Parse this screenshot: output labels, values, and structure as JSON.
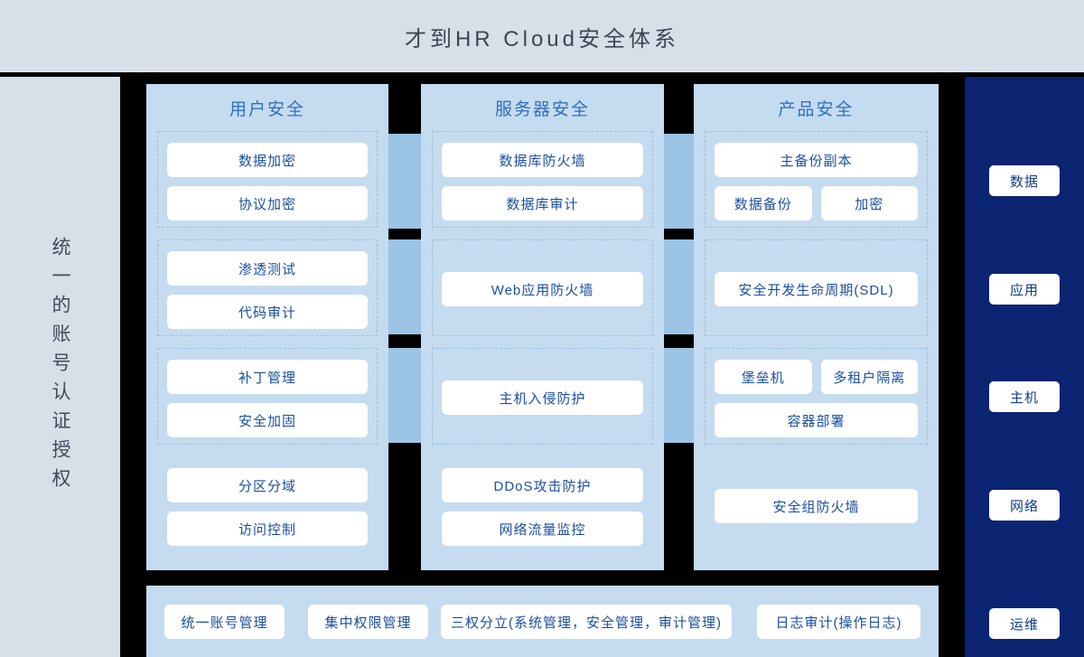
{
  "header": {
    "title": "才到HR Cloud安全体系"
  },
  "left_rail": {
    "label": "统一的账号认证授权"
  },
  "right_rail": {
    "items": [
      {
        "label": "数据"
      },
      {
        "label": "应用"
      },
      {
        "label": "主机"
      },
      {
        "label": "网络"
      },
      {
        "label": "运维"
      }
    ]
  },
  "columns": [
    {
      "title": "用户安全",
      "groups": [
        {
          "boxed": true,
          "items": [
            {
              "label": "数据加密",
              "span": "full"
            },
            {
              "label": "协议加密",
              "span": "full"
            }
          ]
        },
        {
          "boxed": true,
          "items": [
            {
              "label": "渗透测试",
              "span": "full"
            },
            {
              "label": "代码审计",
              "span": "full"
            }
          ]
        },
        {
          "boxed": true,
          "items": [
            {
              "label": "补丁管理",
              "span": "full"
            },
            {
              "label": "安全加固",
              "span": "full"
            }
          ]
        },
        {
          "boxed": false,
          "items": [
            {
              "label": "分区分域",
              "span": "full"
            },
            {
              "label": "访问控制",
              "span": "full"
            }
          ]
        }
      ]
    },
    {
      "title": "服务器安全",
      "groups": [
        {
          "boxed": true,
          "items": [
            {
              "label": "数据库防火墙",
              "span": "full"
            },
            {
              "label": "数据库审计",
              "span": "full"
            }
          ]
        },
        {
          "boxed": true,
          "items": [
            {
              "label": "Web应用防火墙",
              "span": "full"
            }
          ]
        },
        {
          "boxed": true,
          "items": [
            {
              "label": "主机入侵防护",
              "span": "full"
            }
          ]
        },
        {
          "boxed": false,
          "items": [
            {
              "label": "DDoS攻击防护",
              "span": "full"
            },
            {
              "label": "网络流量监控",
              "span": "full"
            }
          ]
        }
      ]
    },
    {
      "title": "产品安全",
      "groups": [
        {
          "boxed": true,
          "items": [
            {
              "label": "主备份副本",
              "span": "full"
            },
            {
              "label": "数据备份",
              "span": "half-l"
            },
            {
              "label": "加密",
              "span": "half-r"
            }
          ]
        },
        {
          "boxed": true,
          "items": [
            {
              "label": "安全开发生命周期(SDL)",
              "span": "full"
            }
          ]
        },
        {
          "boxed": true,
          "items": [
            {
              "label": "堡垒机",
              "span": "half-l"
            },
            {
              "label": "多租户隔离",
              "span": "half-r"
            },
            {
              "label": "容器部署",
              "span": "full"
            }
          ]
        },
        {
          "boxed": false,
          "items": [
            {
              "label": "安全组防火墙",
              "span": "full"
            }
          ]
        }
      ]
    }
  ],
  "bottom_bar": {
    "items": [
      {
        "label": "统一账号管理"
      },
      {
        "label": "集中权限管理"
      },
      {
        "label": "三权分立(系统管理，安全管理，审计管理)"
      },
      {
        "label": "日志审计(操作日志)"
      }
    ]
  },
  "colors": {
    "header_bg": "#d7e0e8",
    "panel_bg": "#c5dbef",
    "bridge_bg": "#9cc4e5",
    "navy": "#0a2472",
    "chip_text": "#1b4fa3",
    "heading_text": "#2f6fc4",
    "background": "#000000"
  }
}
